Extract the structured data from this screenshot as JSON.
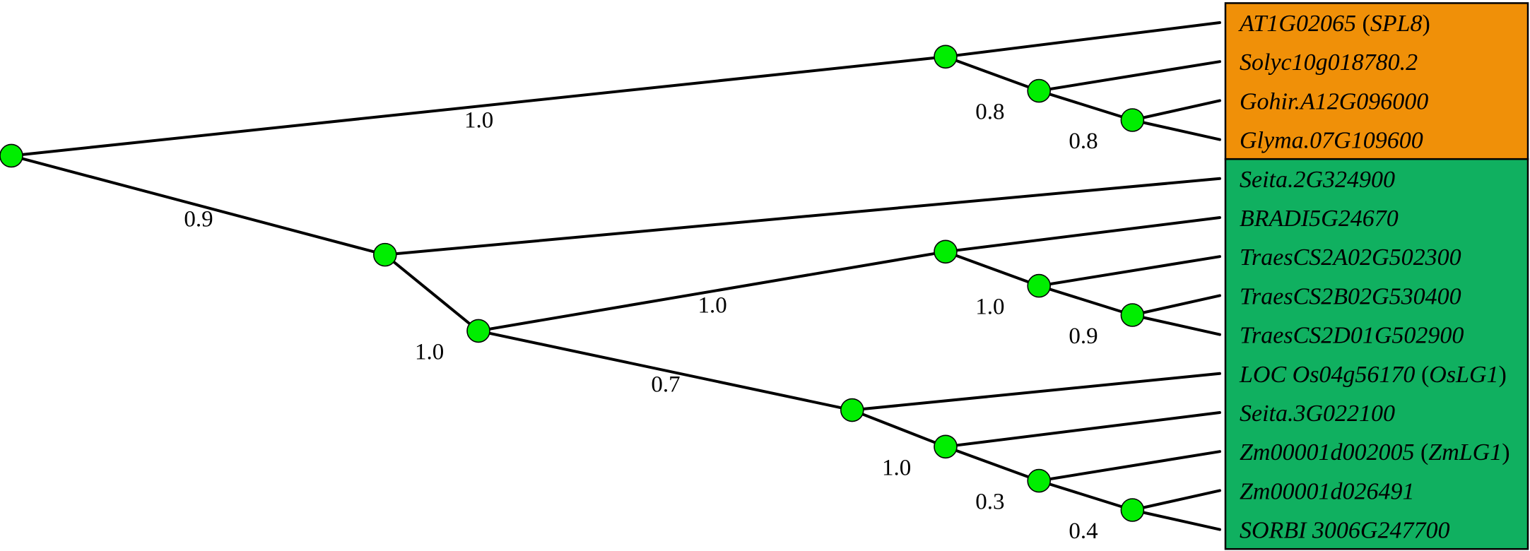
{
  "colors": {
    "node_fill": "#00ee00",
    "clade_1": "#f09008",
    "clade_2": "#10b060",
    "branch": "#000000"
  },
  "clades": [
    {
      "id": "c1",
      "color": "#f09008",
      "leaves": [
        0,
        1,
        2,
        3
      ]
    },
    {
      "id": "c2",
      "color": "#10b060",
      "leaves": [
        4,
        5,
        6,
        7,
        8,
        9,
        10,
        11,
        12,
        13
      ]
    }
  ],
  "leaves": [
    {
      "parts": [
        {
          "text": "AT1G02065",
          "style": "it"
        },
        {
          "text": " (",
          "style": "up"
        },
        {
          "text": "SPL8",
          "style": "it"
        },
        {
          "text": ")",
          "style": "up"
        }
      ]
    },
    {
      "parts": [
        {
          "text": "Solyc10g018780.2",
          "style": "it"
        }
      ]
    },
    {
      "parts": [
        {
          "text": "Gohir.A12G096000",
          "style": "it"
        }
      ]
    },
    {
      "parts": [
        {
          "text": "Glyma.07G109600",
          "style": "it"
        }
      ]
    },
    {
      "parts": [
        {
          "text": "Seita.2G324900",
          "style": "it"
        }
      ]
    },
    {
      "parts": [
        {
          "text": "BRADI5G24670",
          "style": "it"
        }
      ]
    },
    {
      "parts": [
        {
          "text": "TraesCS2A02G502300",
          "style": "it"
        }
      ]
    },
    {
      "parts": [
        {
          "text": "TraesCS2B02G530400",
          "style": "it"
        }
      ]
    },
    {
      "parts": [
        {
          "text": "TraesCS2D01G502900",
          "style": "it"
        }
      ]
    },
    {
      "parts": [
        {
          "text": "LOC Os04g56170",
          "style": "it"
        },
        {
          "text": " (",
          "style": "up"
        },
        {
          "text": "OsLG1",
          "style": "it"
        },
        {
          "text": ")",
          "style": "up"
        }
      ]
    },
    {
      "parts": [
        {
          "text": "Seita.3G022100",
          "style": "it"
        }
      ]
    },
    {
      "parts": [
        {
          "text": "Zm00001d002005",
          "style": "it"
        },
        {
          "text": " (",
          "style": "up"
        },
        {
          "text": "ZmLG1",
          "style": "it"
        },
        {
          "text": ")",
          "style": "up"
        }
      ]
    },
    {
      "parts": [
        {
          "text": "Zm00001d026491",
          "style": "it"
        }
      ]
    },
    {
      "parts": [
        {
          "text": "SORBI 3006G247700",
          "style": "it"
        }
      ]
    }
  ],
  "internal_nodes": [
    {
      "id": "root",
      "depth": 0,
      "children": [
        "n_c1",
        "n_mono"
      ],
      "support": null
    },
    {
      "id": "n_c1",
      "depth": 10,
      "children": [
        "L0",
        "n_c1b"
      ],
      "support": "1.0"
    },
    {
      "id": "n_c1b",
      "depth": 11,
      "children": [
        "L1",
        "n_c1c"
      ],
      "support": "0.8"
    },
    {
      "id": "n_c1c",
      "depth": 12,
      "children": [
        "L2",
        "L3"
      ],
      "support": "0.8"
    },
    {
      "id": "n_mono",
      "depth": 4,
      "children": [
        "L4",
        "n_m2"
      ],
      "support": "0.9"
    },
    {
      "id": "n_m2",
      "depth": 5,
      "children": [
        "n_pooid",
        "n_pan"
      ],
      "support": "1.0"
    },
    {
      "id": "n_pooid",
      "depth": 10,
      "children": [
        "L5",
        "n_tr"
      ],
      "support": "1.0"
    },
    {
      "id": "n_tr",
      "depth": 11,
      "children": [
        "L6",
        "n_tr2"
      ],
      "support": "1.0"
    },
    {
      "id": "n_tr2",
      "depth": 12,
      "children": [
        "L7",
        "L8"
      ],
      "support": "0.9"
    },
    {
      "id": "n_pan",
      "depth": 9,
      "children": [
        "L9",
        "n_p2"
      ],
      "support": "0.7"
    },
    {
      "id": "n_p2",
      "depth": 10,
      "children": [
        "L10",
        "n_p3"
      ],
      "support": "1.0"
    },
    {
      "id": "n_p3",
      "depth": 11,
      "children": [
        "L11",
        "n_p4"
      ],
      "support": "0.3"
    },
    {
      "id": "n_p4",
      "depth": 12,
      "children": [
        "L12",
        "L13"
      ],
      "support": "0.4"
    }
  ]
}
